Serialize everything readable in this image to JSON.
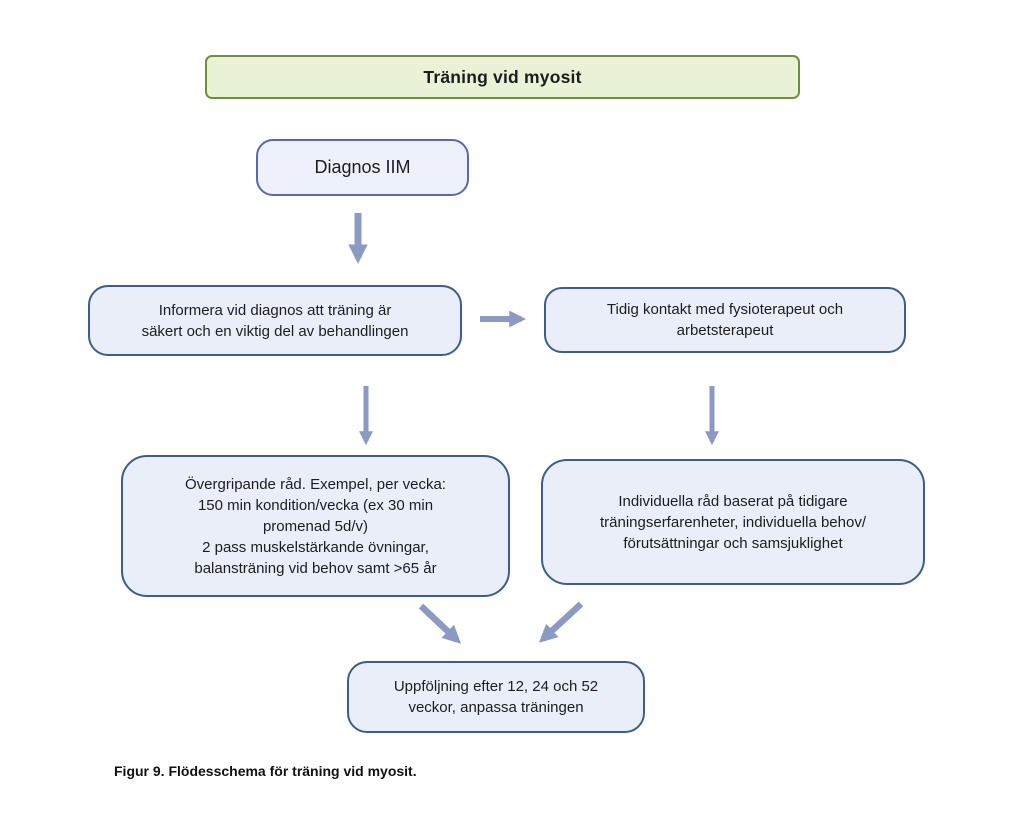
{
  "figure": {
    "title": "Träning vid myosit",
    "caption": "Figur 9. Flödesschema för träning vid myosit.",
    "nodes": {
      "diagnosis": "Diagnos IIM",
      "inform": "Informera vid diagnos att träning är\nsäkert och en viktig del av behandlingen",
      "contact": "Tidig kontakt med fysioterapeut och\narbetsterapeut",
      "general_advice": "Övergripande råd. Exempel, per vecka:\n150 min kondition/vecka (ex 30 min\npromenad 5d/v)\n2 pass muskelstärkande övningar,\nbalansträning vid behov samt >65 år",
      "individual_advice": "Individuella råd baserat på tidigare\nträningserfarenheter, individuella behov/\nförutsättningar och samsjuklighet",
      "follow_up": "Uppföljning efter 12, 24 och 52\nveckor, anpassa träningen"
    },
    "colors": {
      "header_fill": "#e9f2d7",
      "header_border": "#6d8f3e",
      "diagnosis_fill": "#eef1fb",
      "diagnosis_border": "#5a69ad",
      "node_fill": "#e9eef8",
      "node_border": "#3d5e87",
      "arrow": "#8c99c3",
      "text": "#1d1d1f"
    }
  }
}
